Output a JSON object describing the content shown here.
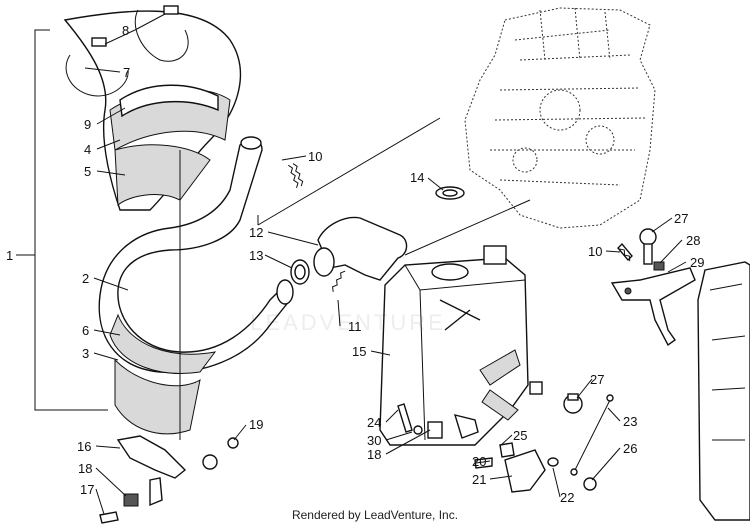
{
  "diagram": {
    "callouts": [
      "1",
      "2",
      "3",
      "4",
      "5",
      "6",
      "7",
      "8",
      "9",
      "10",
      "10",
      "11",
      "12",
      "13",
      "14",
      "15",
      "16",
      "17",
      "18",
      "18",
      "19",
      "20",
      "21",
      "22",
      "23",
      "24",
      "25",
      "26",
      "27",
      "27",
      "28",
      "29",
      "30"
    ]
  },
  "footer": {
    "text": "Rendered by LeadVenture, Inc."
  },
  "watermark": {
    "text": "LEADVENTURE"
  }
}
